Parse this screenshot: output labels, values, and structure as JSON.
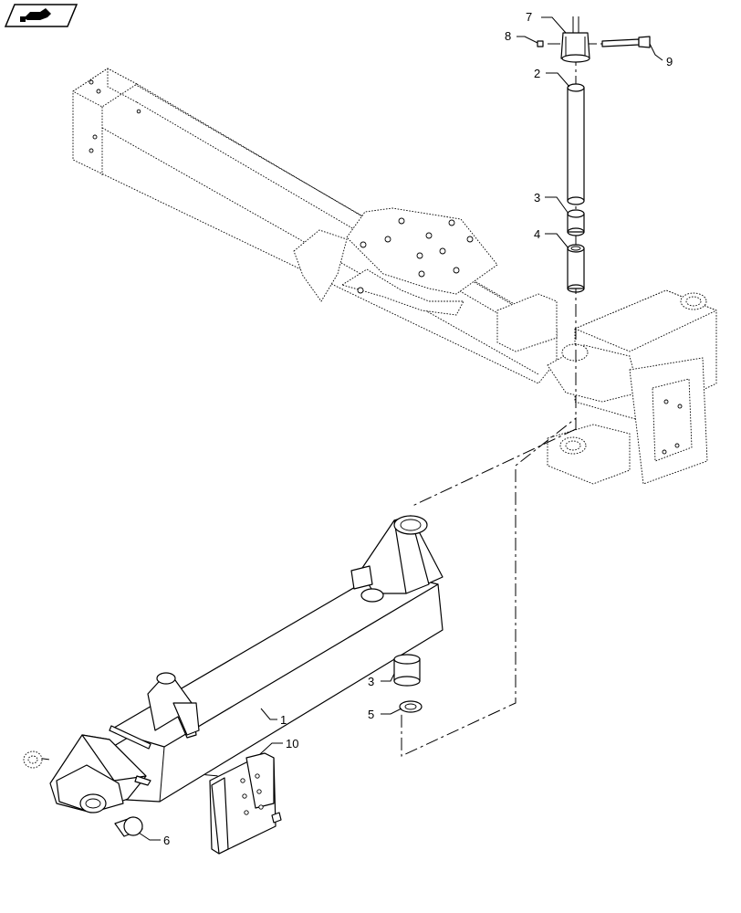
{
  "badge": {
    "icon": "pointing-hand-icon"
  },
  "callouts": [
    {
      "id": "c7",
      "label": "7"
    },
    {
      "id": "c8",
      "label": "8"
    },
    {
      "id": "c9",
      "label": "9"
    },
    {
      "id": "c2",
      "label": "2"
    },
    {
      "id": "c3a",
      "label": "3"
    },
    {
      "id": "c4",
      "label": "4"
    },
    {
      "id": "c1",
      "label": "1"
    },
    {
      "id": "c10",
      "label": "10"
    },
    {
      "id": "c3b",
      "label": "3"
    },
    {
      "id": "c5",
      "label": "5"
    },
    {
      "id": "c6",
      "label": "6"
    }
  ]
}
